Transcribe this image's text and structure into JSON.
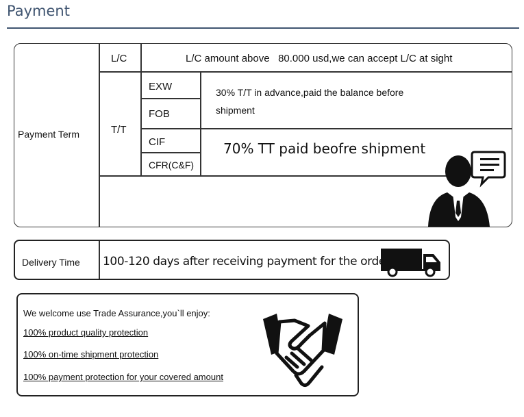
{
  "heading": "Payment",
  "payment_table": {
    "row_label": "Payment Term",
    "lc": {
      "label": "L/C",
      "text": "L/C amount above   80.000 usd,we can accept L/C at sight"
    },
    "tt": {
      "label": "T/T",
      "terms_group1": [
        "EXW",
        "FOB"
      ],
      "group1_text_line1": "30% T/T in advance,paid the balance before",
      "group1_text_line2": "shipment",
      "terms_group2": [
        "CIF",
        "CFR(C&F)"
      ],
      "group2_text": "70% TT paid beofre shipment"
    }
  },
  "delivery": {
    "label": "Delivery Time",
    "text": "100-120 days after receiving payment for the order"
  },
  "trade_assurance": {
    "intro": "We welcome use Trade Assurance,you`ll enjoy:",
    "items": [
      "100% product quality protection",
      "100% on-time shipment protection",
      "100% payment protection for your covered amount"
    ]
  },
  "icons": {
    "support_agent": "agent-with-speech-bubble-icon",
    "truck": "delivery-truck-icon",
    "handshake": "handshake-icon"
  }
}
